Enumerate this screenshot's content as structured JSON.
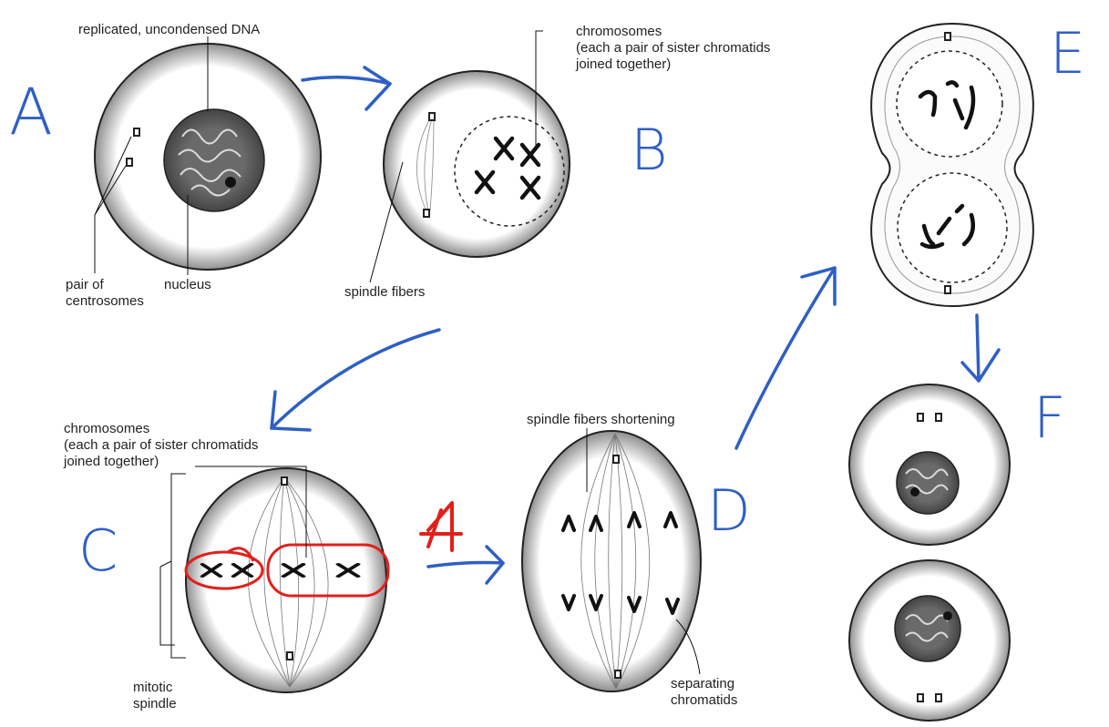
{
  "labels": {
    "replicated_dna": "replicated, uncondensed DNA",
    "pair_of_centrosomes": [
      "pair of",
      "centrosomes"
    ],
    "nucleus": "nucleus",
    "chromosomes_b": [
      "chromosomes",
      "(each a pair of sister chromatids",
      "joined together)"
    ],
    "spindle_fibers": "spindle fibers",
    "chromosomes_c": [
      "chromosomes",
      "(each a pair of sister chromatids",
      "joined together)"
    ],
    "mitotic_spindle": [
      "mitotic",
      "spindle"
    ],
    "spindle_fibers_shortening": "spindle fibers shortening",
    "separating_chromatids": [
      "separating",
      "chromatids"
    ]
  },
  "stage_letters": {
    "a": "A",
    "b": "B",
    "c": "C",
    "d": "D",
    "e": "E",
    "f": "F"
  },
  "colors": {
    "annotation_blue": "#2f5fc4",
    "annotation_red": "#e0201c",
    "line": "#1a1a1a",
    "nucleus_fill": "#555555"
  }
}
